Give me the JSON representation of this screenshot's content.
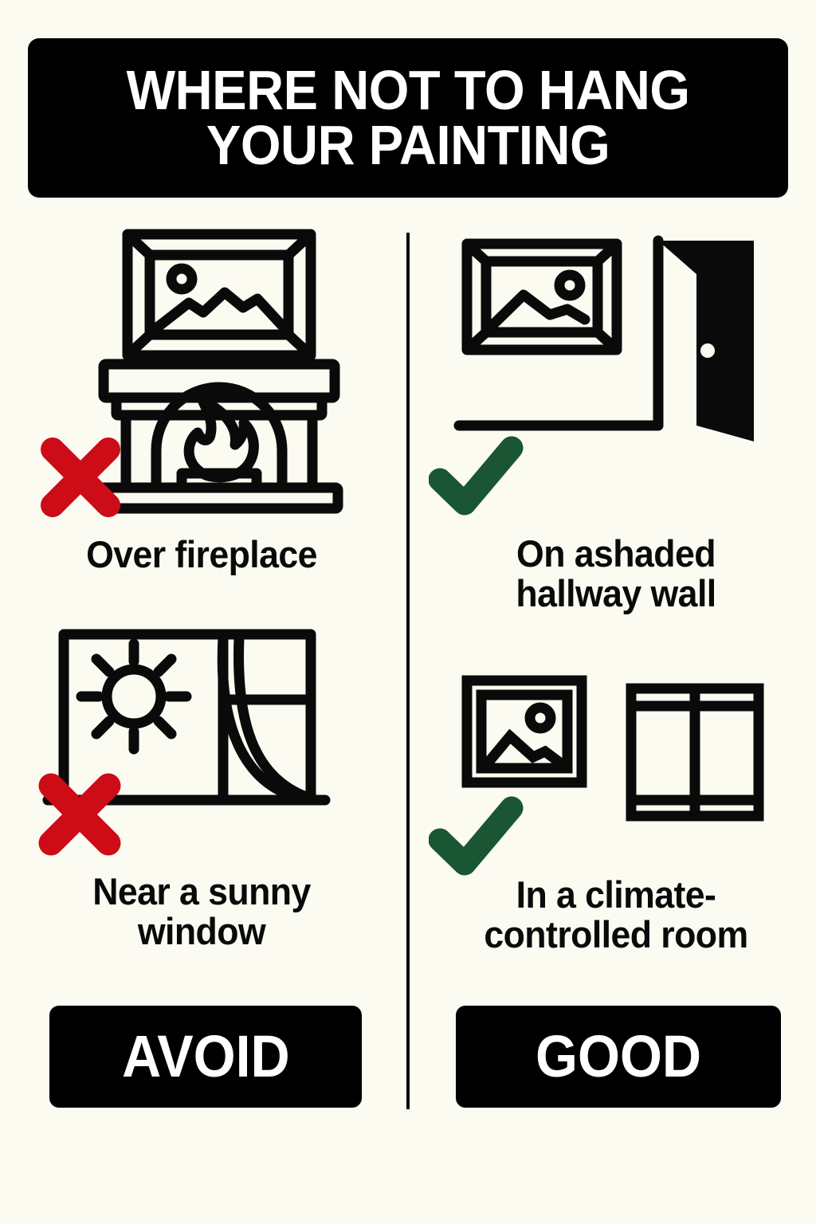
{
  "poster": {
    "background_color": "#FBFBF2",
    "ink_color": "#000000",
    "avoid_color": "#CC0C17",
    "good_color": "#1A5633",
    "title": "WHERE NOT TO HANG\nYOUR PAINTING"
  },
  "columns": {
    "left": {
      "verdict_label": "AVOID",
      "mark": "x-mark-icon"
    },
    "right": {
      "verdict_label": "GOOD",
      "mark": "check-mark-icon"
    }
  },
  "items": [
    {
      "id": "fireplace",
      "label": "Over fireplace",
      "verdict": "avoid",
      "mark": "x-mark-icon",
      "art": "framed-painting-above-fireplace-icon"
    },
    {
      "id": "hallway",
      "label": "On ashaded\nhallway wall",
      "verdict": "good",
      "mark": "check-mark-icon",
      "art": "framed-painting-on-hallway-wall-with-open-door-icon"
    },
    {
      "id": "window",
      "label": "Near a sunny\nwindow",
      "verdict": "avoid",
      "mark": "x-mark-icon",
      "art": "sunny-window-with-curtain-icon"
    },
    {
      "id": "climate",
      "label": "In a climate-\ncontrolled room",
      "verdict": "good",
      "mark": "check-mark-icon",
      "art": "framed-painting-with-climate-cabinet-icon"
    }
  ]
}
